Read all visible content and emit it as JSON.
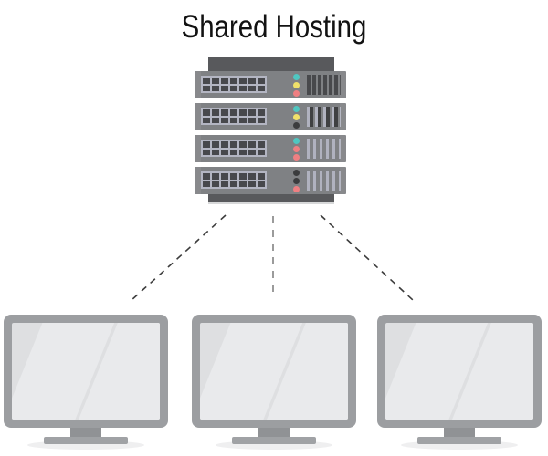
{
  "title": "Shared Hosting",
  "colors": {
    "background": "#ffffff",
    "rack_frame": "#58595c",
    "rack_unit_body": "#7f8184",
    "port_panel_light": "#b3b5c2",
    "port_square_dark": "#47484c",
    "led_teal": "#4fc7c1",
    "led_yellow": "#f0e16a",
    "led_red": "#ef7f82",
    "led_dark": "#3b3c3e",
    "monitor_bezel": "#9c9ea1",
    "monitor_screen": "#dedfe1",
    "screen_shine": "#e9eaec",
    "connector_dark": "#3c3c3c",
    "connector_light": "#9b9b9b"
  },
  "server_rack": {
    "name": "server-rack",
    "ports_per_unit": {
      "rows": 2,
      "cols": 7
    },
    "units": [
      {
        "leds": [
          "teal",
          "yellow",
          "red"
        ],
        "vent_style": "dark"
      },
      {
        "leds": [
          "teal",
          "yellow",
          "dark"
        ],
        "vent_style": "mixed"
      },
      {
        "leds": [
          "teal",
          "red",
          "red"
        ],
        "vent_style": "light"
      },
      {
        "leds": [
          "dark",
          "dark",
          "red"
        ],
        "vent_style": "light"
      }
    ]
  },
  "monitors": [
    {
      "name": "client-monitor-1"
    },
    {
      "name": "client-monitor-2"
    },
    {
      "name": "client-monitor-3"
    }
  ],
  "connections": [
    {
      "from": "server-rack",
      "to": "client-monitor-1",
      "tone": "dark"
    },
    {
      "from": "server-rack",
      "to": "client-monitor-2",
      "tone": "light"
    },
    {
      "from": "server-rack",
      "to": "client-monitor-3",
      "tone": "dark"
    }
  ]
}
